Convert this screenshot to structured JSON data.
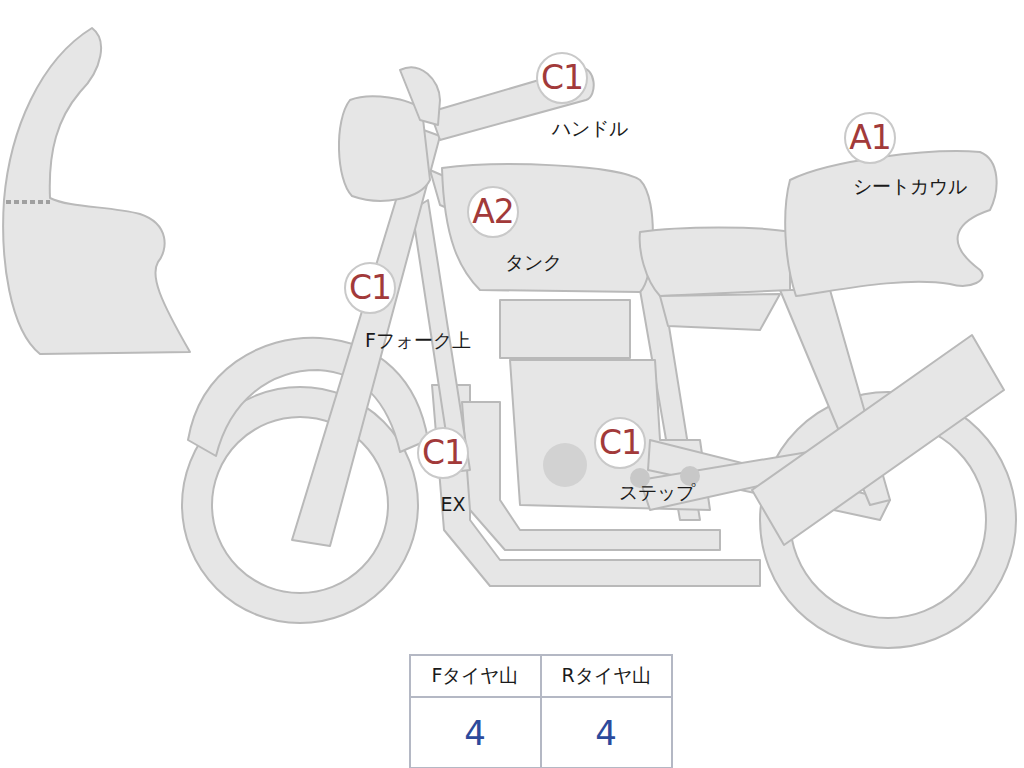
{
  "diagram": {
    "nodes": [
      {
        "text": [
          "C1",
          "ハンドル"
        ]
      },
      {
        "text": [
          "A1",
          "シートカウル"
        ]
      },
      {
        "text": [
          "A2",
          "タンク"
        ]
      },
      {
        "text": [
          "C1",
          "Fフォーク上"
        ]
      },
      {
        "text": [
          "C1",
          "ステップ"
        ]
      },
      {
        "text": [
          "C1",
          "EX"
        ]
      }
    ],
    "labels": [
      "Fタイヤ山",
      "Rタイヤ山",
      "4",
      "4"
    ]
  }
}
